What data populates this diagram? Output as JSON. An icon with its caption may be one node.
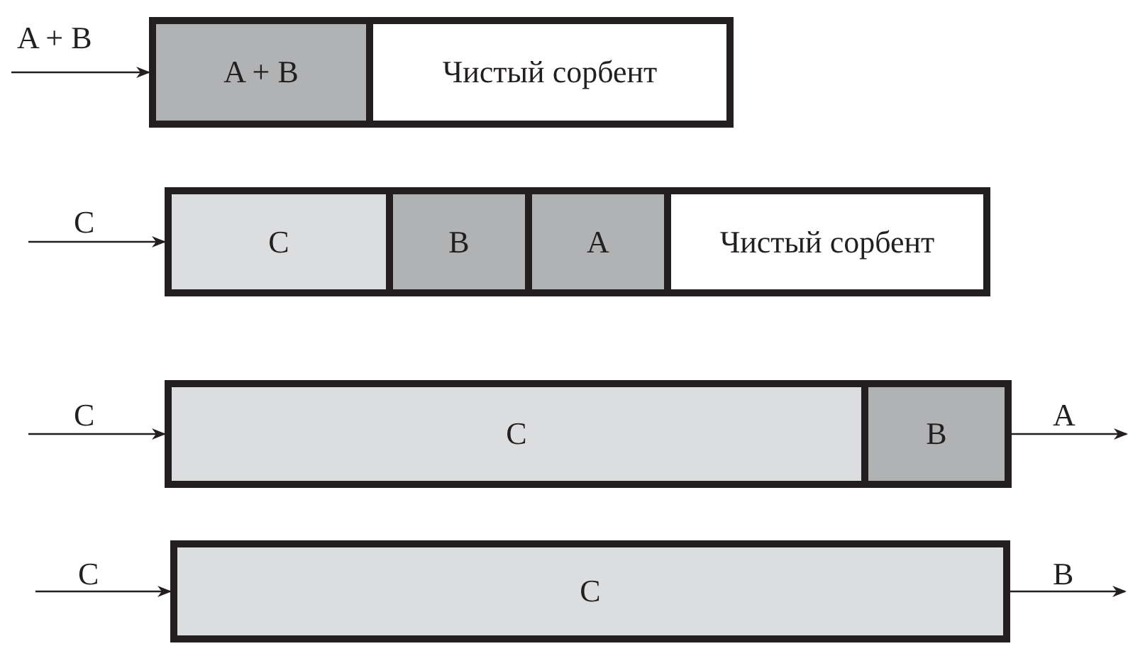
{
  "diagram": {
    "nodes": [
      {
        "text": [],
        "shape": "box"
      },
      {
        "text": [
          "A + B"
        ],
        "in": 0
      },
      {
        "text": [
          "Чистый сорбент"
        ],
        "in": 0
      },
      {
        "text": [],
        "shape": "box"
      },
      {
        "text": [
          "C"
        ],
        "in": 3
      },
      {
        "text": [
          "B"
        ],
        "in": 3
      },
      {
        "text": [
          "A"
        ],
        "in": 3
      },
      {
        "text": [
          "Чистый сорбент"
        ],
        "in": 3
      },
      {
        "text": [],
        "shape": "box"
      },
      {
        "text": [
          "C"
        ],
        "in": 8
      },
      {
        "text": [
          "B"
        ],
        "in": 8
      },
      {
        "text": [],
        "shape": "box"
      },
      {
        "text": [
          "C"
        ],
        "in": 11
      }
    ],
    "edges": [
      {
        "from": null,
        "to": 0,
        "arrow": "to",
        "label": "A + B"
      },
      {
        "from": null,
        "to": 3,
        "arrow": "to",
        "label": "C"
      },
      {
        "from": null,
        "to": 8,
        "arrow": "to",
        "label": "C"
      },
      {
        "from": 8,
        "to": null,
        "arrow": "to",
        "label": "A"
      },
      {
        "from": null,
        "to": 11,
        "arrow": "to",
        "label": "C"
      },
      {
        "from": 11,
        "to": null,
        "arrow": "to",
        "label": "B"
      }
    ]
  }
}
